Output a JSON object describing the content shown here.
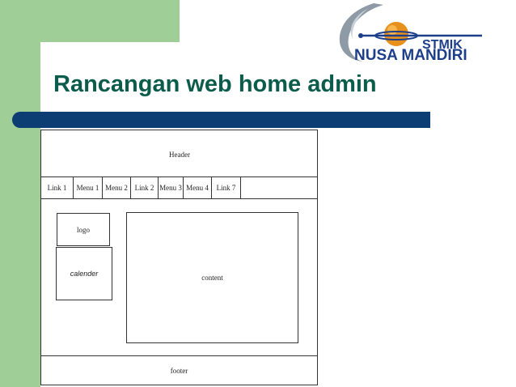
{
  "slide": {
    "title": "Rancangan web home admin"
  },
  "logo": {
    "line1": "STMIK",
    "line2": "NUSA MANDIRI"
  },
  "wireframe": {
    "header": "Header",
    "nav": [
      "Link 1",
      "Menu 1",
      "Menu 2",
      "Link 2",
      "Menu 3",
      "Menu 4",
      "Link 7"
    ],
    "logo": "logo",
    "calendar": "calender",
    "content": "content",
    "footer": "footer"
  },
  "colors": {
    "green": "#9fcf96",
    "title": "#0c5c4c",
    "bar": "#0d3e73"
  }
}
